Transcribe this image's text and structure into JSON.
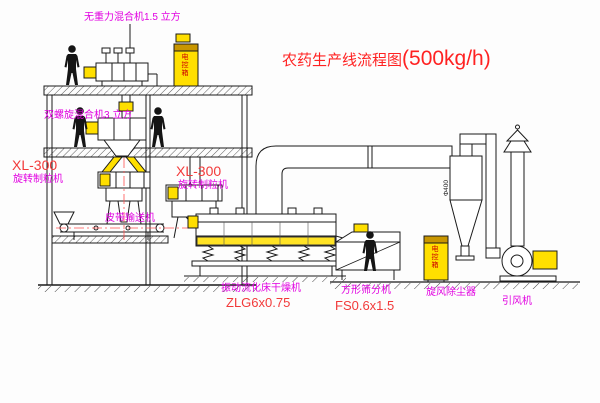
{
  "diagram": {
    "title": "农药生产线流程图",
    "capacity": "(500kg/h)",
    "equipment": {
      "top_mixer": "无重力混合机1.5 立方",
      "second_mixer": "双螺旋混合机3 立方",
      "granulator1": {
        "model": "XL-300",
        "name": "旋转制粒机"
      },
      "granulator2": {
        "model": "XL-300",
        "name": "旋转制粒机"
      },
      "belt_conveyor": "皮带输送机",
      "dryer": {
        "name": "振动流化床干燥机",
        "model": "ZLG6x0.75"
      },
      "sieve": {
        "name": "方形筛分机",
        "model": "FS0.6x1.5"
      },
      "cyclone": "旋风除尘器",
      "fan": "引风机",
      "control_box1": "电控箱",
      "control_box2": "电控箱",
      "pipe_dim": "Φ400"
    },
    "colors": {
      "label_magenta": "#e100e1",
      "label_red": "#f23a3a",
      "title_red": "#ff2222",
      "equipment_yellow": "#ffdf00",
      "line_black": "#1a1a1a"
    }
  }
}
